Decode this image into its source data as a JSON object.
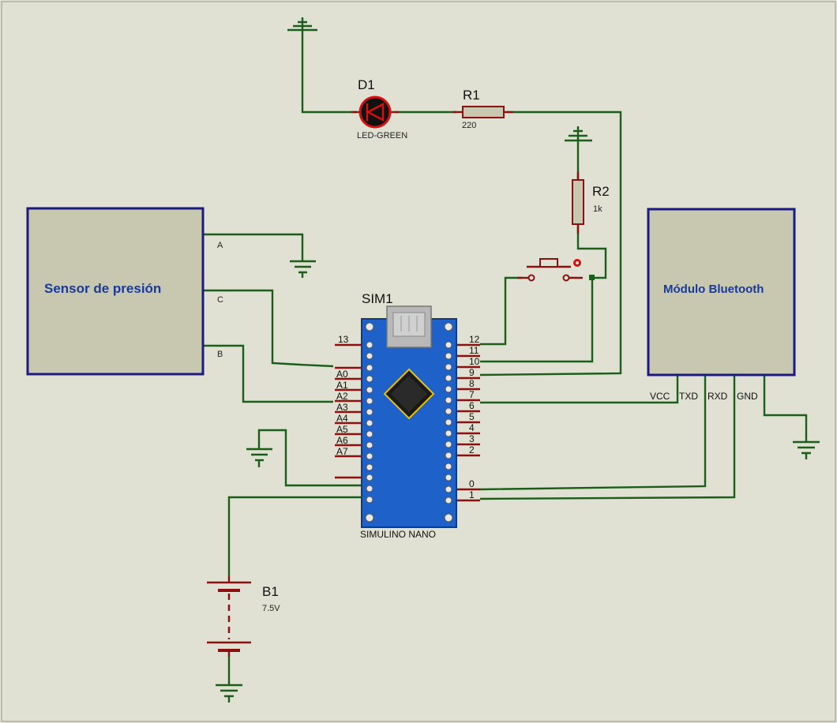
{
  "components": {
    "d1": {
      "ref": "D1",
      "value": "LED-GREEN"
    },
    "r1": {
      "ref": "R1",
      "value": "220"
    },
    "r2": {
      "ref": "R2",
      "value": "1k"
    },
    "sim1": {
      "ref": "SIM1",
      "value": "SIMULINO NANO"
    },
    "b1": {
      "ref": "B1",
      "value": "7.5V"
    },
    "sensor": {
      "label": "Sensor de presión",
      "pins": [
        "A",
        "C",
        "B"
      ]
    },
    "bluetooth": {
      "label": "Módulo Bluetooth",
      "pins": [
        "VCC",
        "TXD",
        "RXD",
        "GND"
      ]
    }
  },
  "nano_pins": {
    "left": [
      "13",
      "A0",
      "A1",
      "A2",
      "A3",
      "A4",
      "A5",
      "A6",
      "A7"
    ],
    "right": [
      "12",
      "11",
      "10",
      "9",
      "8",
      "7",
      "6",
      "5",
      "4",
      "3",
      "2",
      "0",
      "1"
    ]
  },
  "colors": {
    "wire": "#1a5e1a",
    "pin": "#8b1010",
    "board": "#1e62c9",
    "background": "#e0e0d3",
    "component_fill": "#c8c8b0",
    "component_border": "#1a1a80",
    "led": "#d41010"
  }
}
